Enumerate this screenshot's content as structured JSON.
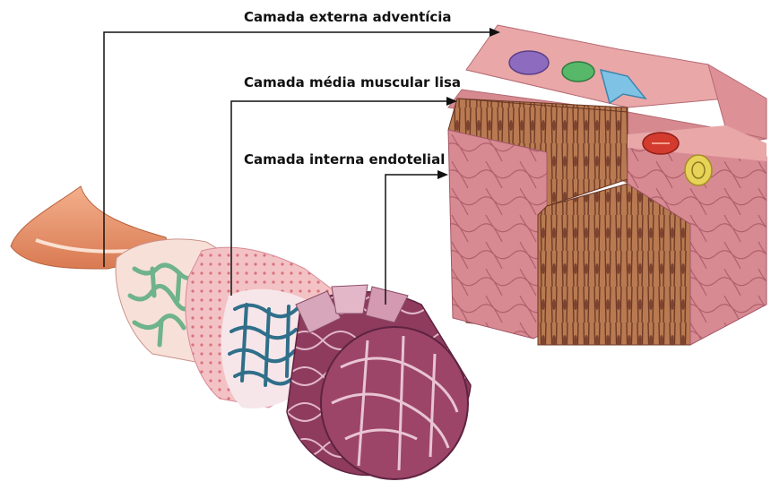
{
  "labels": {
    "outer": "Camada externa adventícia",
    "middle": "Camada média muscular lisa",
    "inner": "Camada interna endotelial"
  },
  "colors": {
    "adventitia": "#e8946a",
    "adventitia_light": "#f6c9b2",
    "adventitia_network": "#6fb38a",
    "muscle": "#f2b8b8",
    "muscle_dots": "#d97b85",
    "endothelial_network": "#2f6f8a",
    "endothelium": "#8c3d5c",
    "endothelium_light": "#c98aa3",
    "block_top": "#e7a3a5",
    "block_side": "#d98b92",
    "block_media": "#b8734f",
    "block_media_dark": "#7a4330"
  }
}
